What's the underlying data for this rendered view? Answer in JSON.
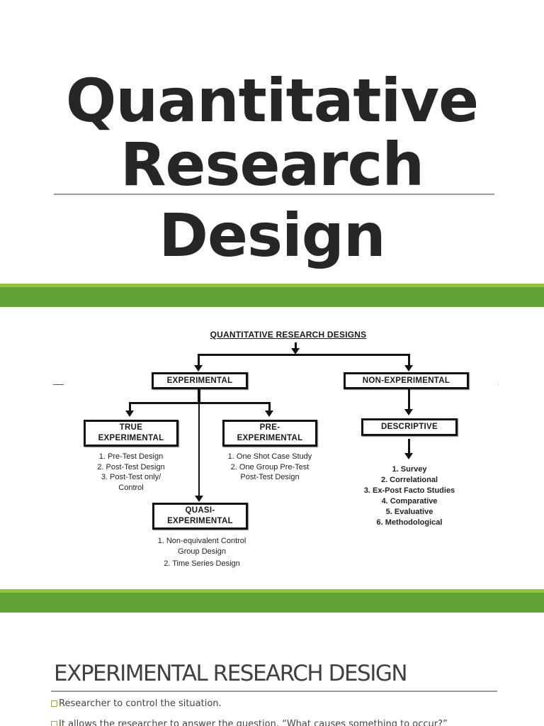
{
  "title_slide": {
    "lines": [
      "Quantitative",
      "Research",
      "Design"
    ]
  },
  "colors": {
    "accent_green_dark": "#62a339",
    "accent_green_light": "#93c140",
    "title_text": "#262626",
    "rule": "#9a9a9a",
    "bullet_green": "#7cb342"
  },
  "diagram": {
    "title": "QUANTITATIVE RESEARCH DESIGNS",
    "experimental": {
      "label": "EXPERIMENTAL",
      "true_experimental": {
        "label_lines": [
          "TRUE",
          "EXPERIMENTAL"
        ],
        "items": [
          "1. Pre-Test Design",
          "2. Post-Test Design",
          "3. Post-Test only/",
          "Control"
        ]
      },
      "pre_experimental": {
        "label_lines": [
          "PRE-",
          "EXPERIMENTAL"
        ],
        "items": [
          "1. One Shot Case Study",
          "2. One Group Pre-Test",
          "Post-Test Design"
        ]
      },
      "quasi_experimental": {
        "label_lines": [
          "QUASI-",
          "EXPERIMENTAL"
        ],
        "items": [
          "1. Non-equivalent Control",
          "Group Design",
          "2. Time Series Design"
        ]
      }
    },
    "non_experimental": {
      "label": "NON-EXPERIMENTAL",
      "descriptive": {
        "label": "DESCRIPTIVE",
        "items": [
          "1. Survey",
          "2. Correlational",
          "3. Ex-Post Facto Studies",
          "4. Comparative",
          "5. Evaluative",
          "6. Methodological"
        ]
      }
    }
  },
  "experimental_slide": {
    "heading": "EXPERIMENTAL RESEARCH DESIGN",
    "bullets": [
      "Researcher to control the situation.",
      "It allows the researcher to answer the question, “What causes something to occur?”"
    ]
  }
}
